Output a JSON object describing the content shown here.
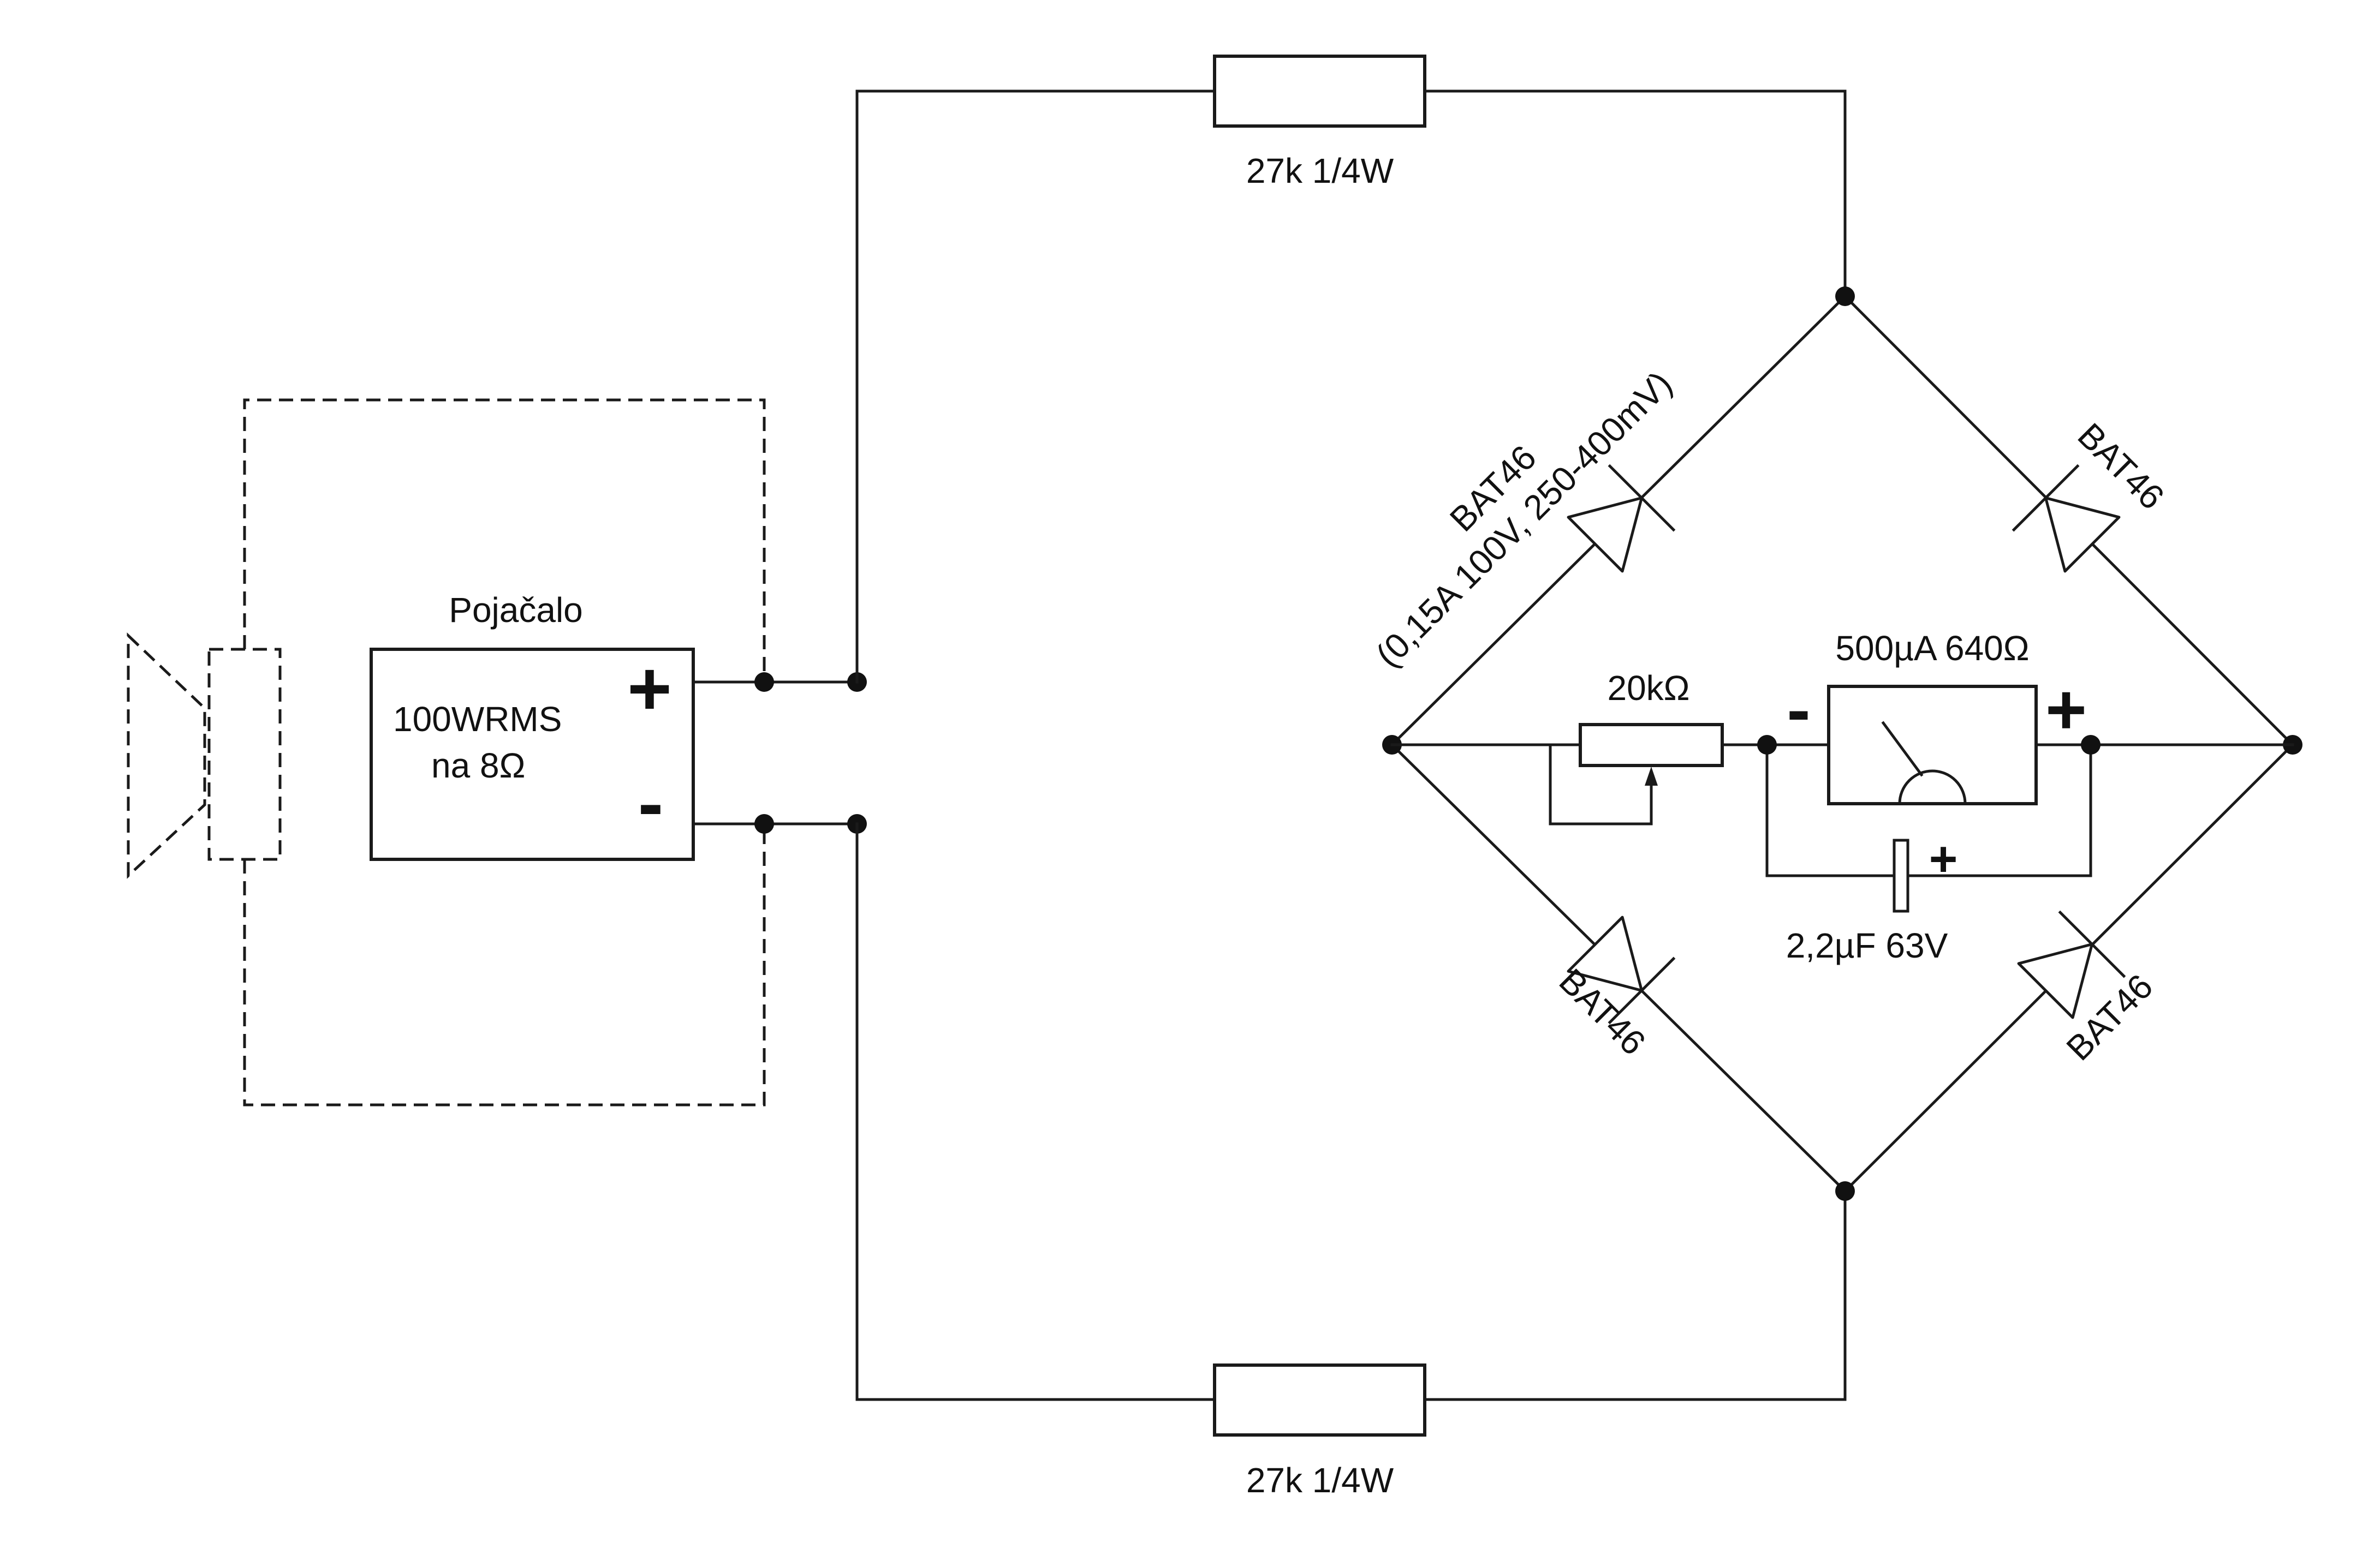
{
  "resistor_top": {
    "label": "27k 1/4W"
  },
  "resistor_bottom": {
    "label": "27k 1/4W"
  },
  "amplifier": {
    "title": "Pojačalo",
    "line1": "100WRMS",
    "line2": "na 8Ω",
    "plus": "+",
    "minus": "-"
  },
  "diode_tl": {
    "label1": "BAT46",
    "label2": "(0,15A 100V, 250-400mV)"
  },
  "diode_tr": {
    "label": "BAT46"
  },
  "diode_bl": {
    "label": "BAT46"
  },
  "diode_br": {
    "label": "BAT46"
  },
  "potentiometer": {
    "label": "20kΩ"
  },
  "meter": {
    "label": "500µA 640Ω",
    "minus": "-",
    "plus": "+"
  },
  "capacitor": {
    "label": "2,2µF 63V",
    "plus": "+"
  },
  "colors": {
    "ink": "#1a1a1a",
    "background": "#ffffff"
  }
}
